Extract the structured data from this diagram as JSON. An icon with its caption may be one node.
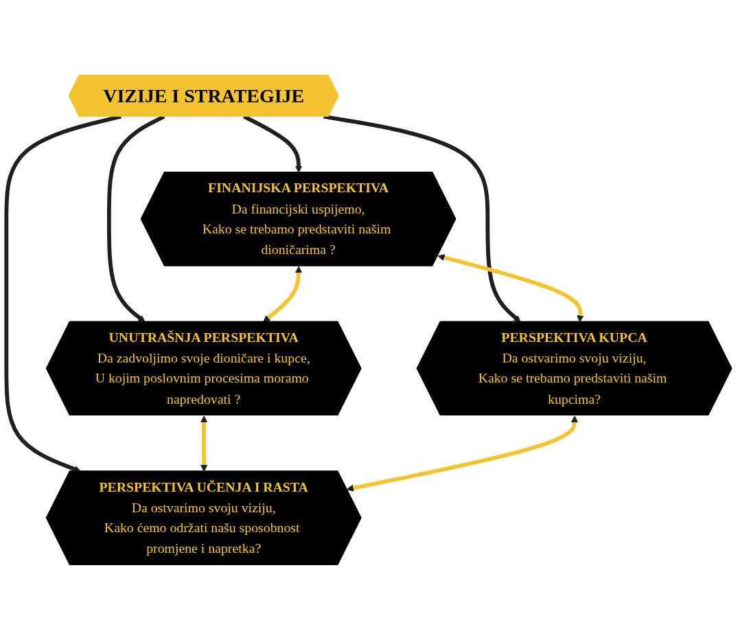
{
  "diagram": {
    "nodes": [
      {
        "text": [
          "FINANIJSKA PERSPEKTIVA",
          "Da financijski uspijemo,",
          "Kako se trebamo predstaviti našim dioničarima ?"
        ]
      },
      {
        "text": [
          "UNUTRAŠNJA PERSPEKTIVA",
          "Da zadvoljimo svoje dioničare i kupce,",
          "U kojim poslovnim procesima moramo napredovati ?"
        ]
      },
      {
        "text": [
          "VIZIJE I STRATEGIJE"
        ]
      },
      {
        "text": [
          "PERSPEKTIVA KUPCA",
          "Da ostvarimo svoju viziju,",
          "Kako se trebamo predstaviti našim kupcima?"
        ]
      },
      {
        "text": [
          "PERSPEKTIVA UČENJA I RASTA",
          "Da ostvarimo svoju viziju,",
          "Kako ćemo održati našu sposobnost promjene i napretka?"
        ]
      }
    ],
    "edges": [
      {
        "from": 2,
        "to": 0,
        "arrow": "to",
        "color": "#1c211e"
      },
      {
        "from": 2,
        "to": 1,
        "arrow": "to",
        "color": "#1c211e"
      },
      {
        "from": 2,
        "to": 3,
        "arrow": "to",
        "color": "#1c211e"
      },
      {
        "from": 2,
        "to": 4,
        "arrow": "to",
        "color": "#1c211e"
      },
      {
        "from": 0,
        "to": 1,
        "arrow": "both",
        "color": "#f4c430"
      },
      {
        "from": 0,
        "to": 3,
        "arrow": "both",
        "color": "#f4c430"
      },
      {
        "from": 1,
        "to": 4,
        "arrow": "both",
        "color": "#f4c430"
      },
      {
        "from": 3,
        "to": 4,
        "arrow": "both",
        "color": "#f4c430"
      }
    ]
  }
}
